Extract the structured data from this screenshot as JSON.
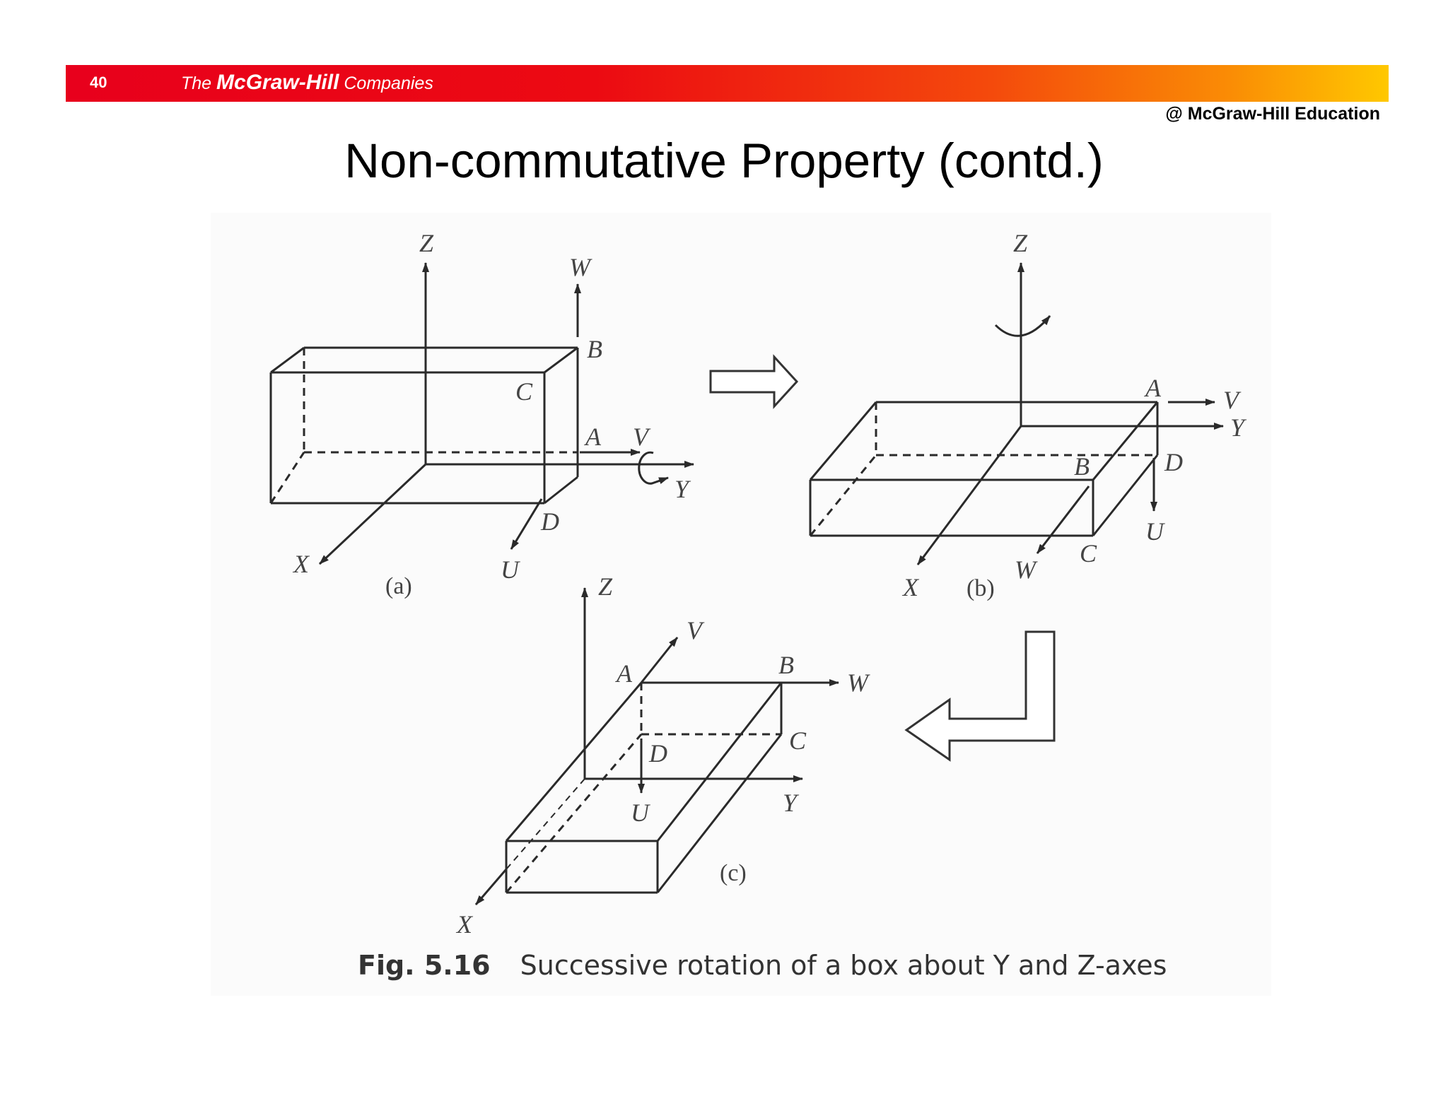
{
  "header": {
    "slide_number": "40",
    "brand_prefix": "The",
    "brand_name": "McGraw-Hill",
    "brand_suffix": "Companies",
    "copyright": "@ McGraw-Hill Education"
  },
  "title": "Non-commutative Property (contd.)",
  "figure": {
    "panel_a": {
      "sublabel": "(a)",
      "axes": {
        "z": "Z",
        "y": "Y",
        "x": "X"
      },
      "moving": {
        "w": "W",
        "v": "V",
        "u": "U"
      },
      "corners": {
        "a": "A",
        "b": "B",
        "c": "C",
        "d": "D"
      }
    },
    "panel_b": {
      "sublabel": "(b)",
      "axes": {
        "z": "Z",
        "y": "Y",
        "x": "X"
      },
      "moving": {
        "w": "W",
        "v": "V",
        "u": "U"
      },
      "corners": {
        "a": "A",
        "b": "B",
        "c": "C",
        "d": "D"
      }
    },
    "panel_c": {
      "sublabel": "(c)",
      "axes": {
        "z": "Z",
        "y": "Y",
        "x": "X"
      },
      "moving": {
        "w": "W",
        "v": "V",
        "u": "U"
      },
      "corners": {
        "a": "A",
        "b": "B",
        "c": "C",
        "d": "D"
      }
    },
    "caption_number": "Fig. 5.16",
    "caption_text": "Successive rotation of a box about Y and Z-axes"
  }
}
